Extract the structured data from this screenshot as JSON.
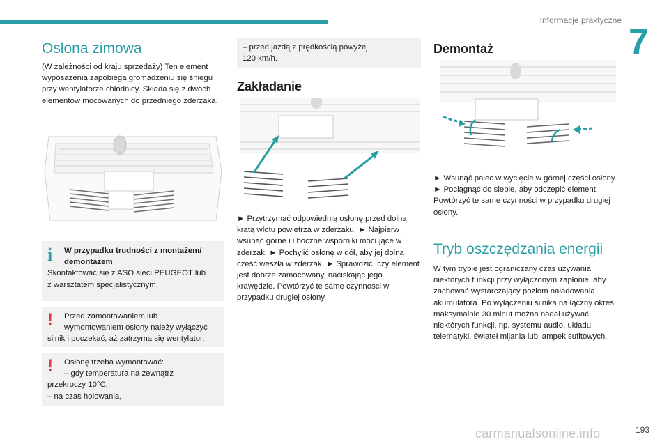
{
  "header": {
    "section_label": "Informacje praktyczne",
    "chapter_number": "7"
  },
  "colA": {
    "title": "Osłona zimowa",
    "intro": [
      "(W zależności od kraju sprzedaży)",
      "Ten element wyposażenia zapobiega",
      "gromadzeniu się śniegu przy wentylatorze",
      "chłodnicy.",
      "Składa się z dwóch elementów mocowanych do",
      "przedniego zderzaka."
    ],
    "info_box": {
      "heading": [
        "W przypadku trudności z montażem/",
        "demontażem"
      ],
      "text": [
        "Skontaktować się z ASO sieci PEUGEOT lub",
        "z warsztatem specjalistycznym."
      ]
    },
    "warn_box1": {
      "lines": [
        "Przed zamontowaniem lub",
        "wymontowaniem osłony należy wyłączyć"
      ],
      "tail": "silnik i poczekać, aż zatrzyma się wentylator."
    },
    "warn_box2": {
      "lines": [
        "Osłonę trzeba wymontować:",
        "–  gdy temperatura na zewnątrz"
      ],
      "tail": [
        "przekroczy 10°C,",
        "–  na czas holowania,"
      ]
    }
  },
  "colB": {
    "box_cont": [
      "–  przed jazdą z prędkością powyżej",
      "120 km/h."
    ],
    "title": "Zakładanie",
    "steps": [
      "►  Przytrzymać odpowiednią osłonę przed dolną",
      "kratą wlotu powietrza w zderzaku.",
      "►  Najpierw wsunąć górne i i boczne wsporniki",
      "mocujące w zderzak.",
      "►  Pochylić osłonę w dół, aby jej dolna część",
      "weszła w zderzak.",
      "►  Sprawdzić, czy element jest dobrze",
      "zamocowany, naciskając jego krawędzie.",
      "Powtórzyć te same czynności w przypadku",
      "drugiej osłony."
    ]
  },
  "colC": {
    "title": "Demontaż",
    "steps": [
      "►  Wsunąć palec w wycięcie w górnej części",
      "osłony.",
      "►  Pociągnąć do siebie, aby odczepić element.",
      "Powtórzyć te same czynności w przypadku",
      "drugiej osłony."
    ],
    "title2": "Tryb oszczędzania energii",
    "energy": [
      "W tym trybie jest ograniczany czas używania",
      "niektórych funkcji przy wyłączonym zapłonie, aby",
      "zachować wystarczający poziom naładowania",
      "akumulatora.",
      "Po wyłączeniu silnika na łączny okres",
      "maksymalnie 30 minut można nadal używać",
      "niektórych funkcji, np. systemu audio, układu",
      "telematyki, świateł mijania lub lampek",
      "sufitowych."
    ]
  },
  "footer": {
    "page_number": "193",
    "watermark": "carmanualsonline.info"
  },
  "colors": {
    "accent": "#2a9ea6",
    "warning": "#e03b3b",
    "box_bg": "#f1f1f1"
  },
  "icons": [
    "info-icon",
    "warning-icon"
  ]
}
